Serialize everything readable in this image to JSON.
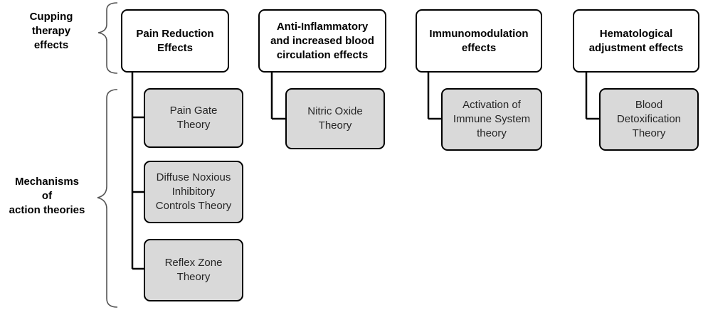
{
  "labels": {
    "effects": "Cupping\ntherapy\neffects",
    "theories": "Mechanisms\nof\naction theories"
  },
  "effects": [
    {
      "label": "Pain Reduction\nEffects",
      "theories": [
        "Pain Gate\nTheory",
        "Diffuse Noxious\nInhibitory\nControls Theory",
        "Reflex Zone\nTheory"
      ]
    },
    {
      "label": "Anti-Inflammatory\nand increased blood\ncirculation effects",
      "theories": [
        "Nitric Oxide\nTheory"
      ]
    },
    {
      "label": "Immunomodulation\neffects",
      "theories": [
        "Activation of\nImmune System\ntheory"
      ]
    },
    {
      "label": "Hematological\nadjustment effects",
      "theories": [
        "Blood\nDetoxification\nTheory"
      ]
    }
  ],
  "colors": {
    "effect_fill": "#ffffff",
    "theory_fill": "#d9d9d9",
    "border": "#000000"
  }
}
